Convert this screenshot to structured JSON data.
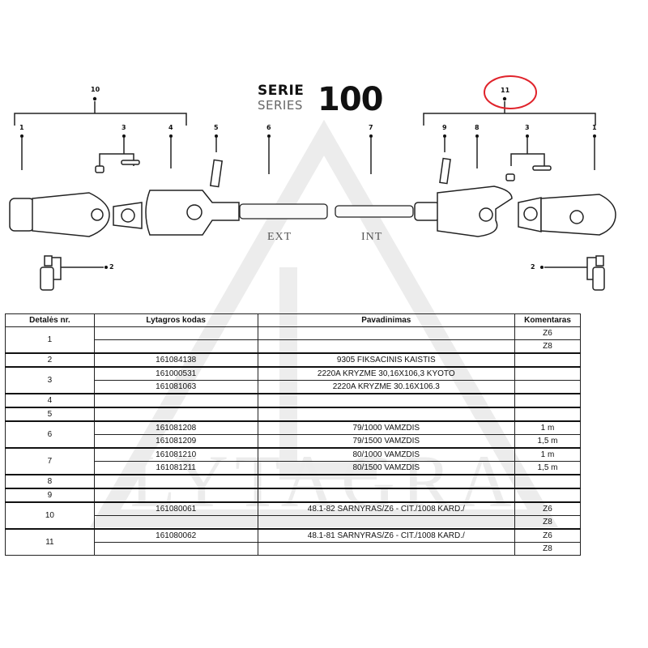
{
  "header": {
    "serie": "SERIE",
    "series": "SERIES",
    "number": "100"
  },
  "diagram": {
    "labels_left": [
      "10",
      "1",
      "3",
      "4",
      "5",
      "6",
      "2"
    ],
    "labels_right": [
      "11",
      "9",
      "8",
      "3",
      "1",
      "7",
      "2"
    ],
    "shaft_ext": "EXT",
    "shaft_int": "INT",
    "highlight_color": "#e0232b"
  },
  "watermark": {
    "text": "LYTAGRA"
  },
  "table": {
    "headers": [
      "Detalės nr.",
      "Lytagros kodas",
      "Pavadinimas",
      "Komentaras"
    ],
    "groups": [
      {
        "nr": "1",
        "rows": [
          [
            "",
            "",
            "Z6"
          ],
          [
            "",
            "",
            "Z8"
          ]
        ]
      },
      {
        "nr": "2",
        "rows": [
          [
            "161084138",
            "9305 FIKSACINIS KAISTIS",
            ""
          ]
        ]
      },
      {
        "nr": "3",
        "rows": [
          [
            "161000531",
            "2220A KRYZME 30,16X106,3 KYOTO",
            ""
          ],
          [
            "161081063",
            "2220A KRYZME 30.16X106.3",
            ""
          ]
        ]
      },
      {
        "nr": "4",
        "rows": [
          [
            "",
            "",
            ""
          ]
        ]
      },
      {
        "nr": "5",
        "rows": [
          [
            "",
            "",
            ""
          ]
        ]
      },
      {
        "nr": "6",
        "rows": [
          [
            "161081208",
            "79/1000 VAMZDIS",
            "1 m"
          ],
          [
            "161081209",
            "79/1500 VAMZDIS",
            "1,5 m"
          ]
        ]
      },
      {
        "nr": "7",
        "rows": [
          [
            "161081210",
            "80/1000 VAMZDIS",
            "1 m"
          ],
          [
            "161081211",
            "80/1500 VAMZDIS",
            "1,5 m"
          ]
        ]
      },
      {
        "nr": "8",
        "rows": [
          [
            "",
            "",
            ""
          ]
        ]
      },
      {
        "nr": "9",
        "rows": [
          [
            "",
            "",
            ""
          ]
        ]
      },
      {
        "nr": "10",
        "rows": [
          [
            "161080061",
            "48.1-82 SARNYRAS/Z6 - CIT./1008 KARD./",
            "Z6"
          ],
          [
            "",
            "",
            "Z8"
          ]
        ]
      },
      {
        "nr": "11",
        "rows": [
          [
            "161080062",
            "48.1-81 SARNYRAS/Z6 - CIT./1008 KARD./",
            "Z6"
          ],
          [
            "",
            "",
            "Z8"
          ]
        ]
      }
    ]
  }
}
